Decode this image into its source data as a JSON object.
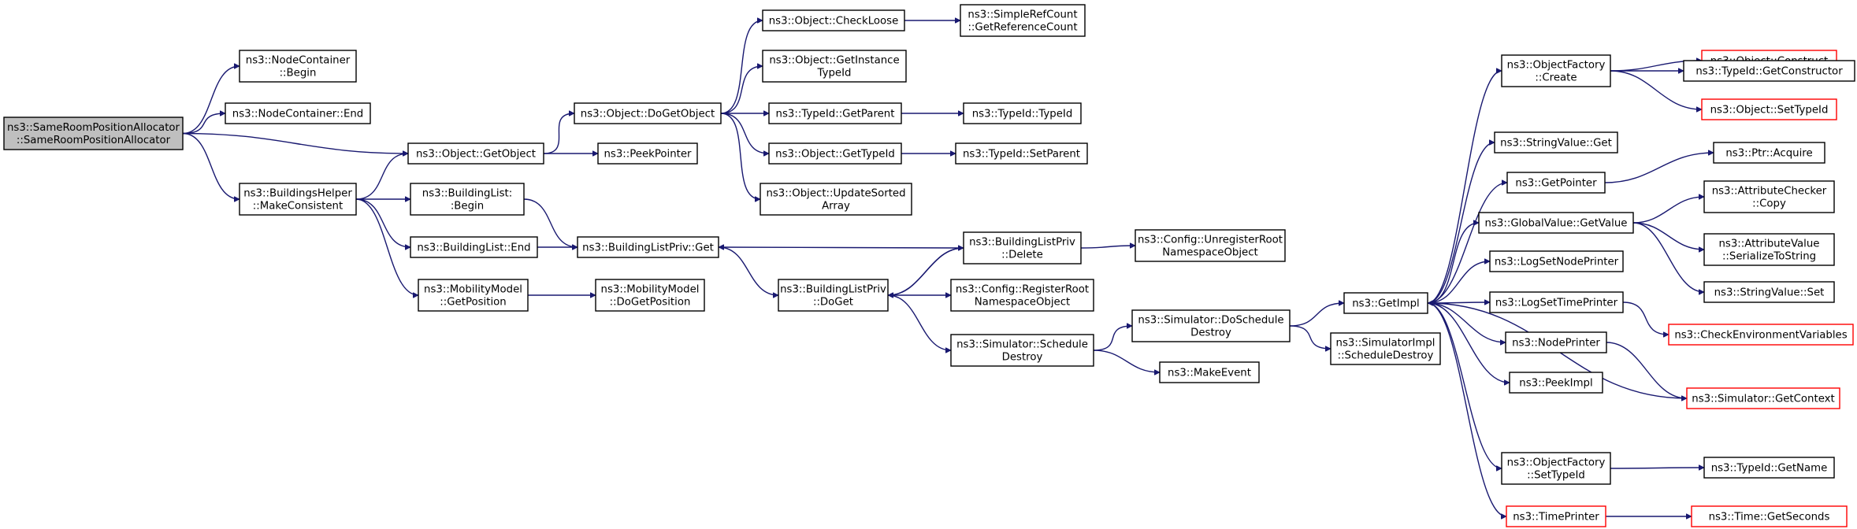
{
  "colors": {
    "edge": "#191970",
    "node_border": "#000000",
    "node_border_truncated": "#ff0000",
    "root_fill": "#bfbfbf",
    "node_fill": "#ffffff"
  },
  "nodes": [
    {
      "id": "root",
      "lines": [
        "ns3::SameRoomPositionAllocator",
        "::SameRoomPositionAllocator"
      ],
      "style": "root"
    },
    {
      "id": "nc_begin",
      "lines": [
        "ns3::NodeContainer",
        "::Begin"
      ],
      "style": "normal"
    },
    {
      "id": "nc_end",
      "lines": [
        "ns3::NodeContainer::End"
      ],
      "style": "normal"
    },
    {
      "id": "bh_mc",
      "lines": [
        "ns3::BuildingsHelper",
        "::MakeConsistent"
      ],
      "style": "normal"
    },
    {
      "id": "obj_getobject",
      "lines": [
        "ns3::Object::GetObject"
      ],
      "style": "normal"
    },
    {
      "id": "peekpointer",
      "lines": [
        "ns3::PeekPointer"
      ],
      "style": "normal"
    },
    {
      "id": "obj_dogetobject",
      "lines": [
        "ns3::Object::DoGetObject"
      ],
      "style": "normal"
    },
    {
      "id": "obj_checkloose",
      "lines": [
        "ns3::Object::CheckLoose"
      ],
      "style": "normal"
    },
    {
      "id": "srefcount",
      "lines": [
        "ns3::SimpleRefCount",
        "::GetReferenceCount"
      ],
      "style": "normal"
    },
    {
      "id": "obj_getinstancetypeid",
      "lines": [
        "ns3::Object::GetInstance",
        "TypeId"
      ],
      "style": "normal"
    },
    {
      "id": "typeid_getparent",
      "lines": [
        "ns3::TypeId::GetParent"
      ],
      "style": "normal"
    },
    {
      "id": "typeid_typeid",
      "lines": [
        "ns3::TypeId::TypeId"
      ],
      "style": "normal"
    },
    {
      "id": "obj_gettypeid",
      "lines": [
        "ns3::Object::GetTypeId"
      ],
      "style": "normal"
    },
    {
      "id": "typeid_setparent",
      "lines": [
        "ns3::TypeId::SetParent"
      ],
      "style": "normal"
    },
    {
      "id": "obj_updatesorted",
      "lines": [
        "ns3::Object::UpdateSorted",
        "Array"
      ],
      "style": "normal"
    },
    {
      "id": "bl_begin",
      "lines": [
        "ns3::BuildingList:",
        ":Begin"
      ],
      "style": "normal"
    },
    {
      "id": "bl_end",
      "lines": [
        "ns3::BuildingList::End"
      ],
      "style": "normal"
    },
    {
      "id": "blp_get",
      "lines": [
        "ns3::BuildingListPriv::Get"
      ],
      "style": "normal"
    },
    {
      "id": "mm_getpos",
      "lines": [
        "ns3::MobilityModel",
        "::GetPosition"
      ],
      "style": "normal"
    },
    {
      "id": "mm_dogetpos",
      "lines": [
        "ns3::MobilityModel",
        "::DoGetPosition"
      ],
      "style": "normal"
    },
    {
      "id": "blp_doget",
      "lines": [
        "ns3::BuildingListPriv",
        "::DoGet"
      ],
      "style": "normal"
    },
    {
      "id": "blp_delete",
      "lines": [
        "ns3::BuildingListPriv",
        "::Delete"
      ],
      "style": "normal"
    },
    {
      "id": "cfg_unreg",
      "lines": [
        "ns3::Config::UnregisterRoot",
        "NamespaceObject"
      ],
      "style": "normal"
    },
    {
      "id": "cfg_reg",
      "lines": [
        "ns3::Config::RegisterRoot",
        "NamespaceObject"
      ],
      "style": "normal"
    },
    {
      "id": "sim_scheddestroy",
      "lines": [
        "ns3::Simulator::Schedule",
        "Destroy"
      ],
      "style": "normal"
    },
    {
      "id": "makeevent",
      "lines": [
        "ns3::MakeEvent"
      ],
      "style": "normal"
    },
    {
      "id": "sim_doscheddestroy",
      "lines": [
        "ns3::Simulator::DoSchedule",
        "Destroy"
      ],
      "style": "normal"
    },
    {
      "id": "simimpl_scheddestroy",
      "lines": [
        "ns3::SimulatorImpl",
        "::ScheduleDestroy"
      ],
      "style": "normal"
    },
    {
      "id": "getimpl",
      "lines": [
        "ns3::GetImpl"
      ],
      "style": "normal"
    },
    {
      "id": "of_create",
      "lines": [
        "ns3::ObjectFactory",
        "::Create"
      ],
      "style": "normal"
    },
    {
      "id": "obj_construct",
      "lines": [
        "ns3::Object::Construct"
      ],
      "style": "truncated"
    },
    {
      "id": "typeid_getconstructor",
      "lines": [
        "ns3::TypeId::GetConstructor"
      ],
      "style": "normal"
    },
    {
      "id": "obj_settypeid",
      "lines": [
        "ns3::Object::SetTypeId"
      ],
      "style": "truncated"
    },
    {
      "id": "stringvalue_get",
      "lines": [
        "ns3::StringValue::Get"
      ],
      "style": "normal"
    },
    {
      "id": "getpointer",
      "lines": [
        "ns3::GetPointer"
      ],
      "style": "normal"
    },
    {
      "id": "ptr_acquire",
      "lines": [
        "ns3::Ptr::Acquire"
      ],
      "style": "normal"
    },
    {
      "id": "gv_getvalue",
      "lines": [
        "ns3::GlobalValue::GetValue"
      ],
      "style": "normal"
    },
    {
      "id": "attrchecker_copy",
      "lines": [
        "ns3::AttributeChecker",
        "::Copy"
      ],
      "style": "normal"
    },
    {
      "id": "attrvalue_serialize",
      "lines": [
        "ns3::AttributeValue",
        "::SerializeToString"
      ],
      "style": "normal"
    },
    {
      "id": "stringvalue_set",
      "lines": [
        "ns3::StringValue::Set"
      ],
      "style": "normal"
    },
    {
      "id": "logsetnodeprinter",
      "lines": [
        "ns3::LogSetNodePrinter"
      ],
      "style": "normal"
    },
    {
      "id": "logsettimeprinter",
      "lines": [
        "ns3::LogSetTimePrinter"
      ],
      "style": "normal"
    },
    {
      "id": "checkenv",
      "lines": [
        "ns3::CheckEnvironmentVariables"
      ],
      "style": "truncated"
    },
    {
      "id": "nodeprinter",
      "lines": [
        "ns3::NodePrinter"
      ],
      "style": "normal"
    },
    {
      "id": "sim_getcontext",
      "lines": [
        "ns3::Simulator::GetContext"
      ],
      "style": "truncated"
    },
    {
      "id": "peekimpl",
      "lines": [
        "ns3::PeekImpl"
      ],
      "style": "normal"
    },
    {
      "id": "of_settypeid",
      "lines": [
        "ns3::ObjectFactory",
        "::SetTypeId"
      ],
      "style": "normal"
    },
    {
      "id": "typeid_getname",
      "lines": [
        "ns3::TypeId::GetName"
      ],
      "style": "normal"
    },
    {
      "id": "timeprinter",
      "lines": [
        "ns3::TimePrinter"
      ],
      "style": "truncated"
    },
    {
      "id": "time_getseconds",
      "lines": [
        "ns3::Time::GetSeconds"
      ],
      "style": "truncated"
    }
  ],
  "edges": [
    [
      "root",
      "nc_begin"
    ],
    [
      "root",
      "nc_end"
    ],
    [
      "root",
      "obj_getobject"
    ],
    [
      "root",
      "bh_mc"
    ],
    [
      "bh_mc",
      "obj_getobject"
    ],
    [
      "bh_mc",
      "bl_begin"
    ],
    [
      "bh_mc",
      "bl_end"
    ],
    [
      "bh_mc",
      "mm_getpos"
    ],
    [
      "obj_getobject",
      "obj_dogetobject"
    ],
    [
      "obj_getobject",
      "peekpointer"
    ],
    [
      "obj_dogetobject",
      "obj_checkloose"
    ],
    [
      "obj_dogetobject",
      "obj_getinstancetypeid"
    ],
    [
      "obj_dogetobject",
      "typeid_getparent"
    ],
    [
      "obj_dogetobject",
      "obj_gettypeid"
    ],
    [
      "obj_dogetobject",
      "obj_updatesorted"
    ],
    [
      "obj_checkloose",
      "srefcount"
    ],
    [
      "typeid_getparent",
      "typeid_typeid"
    ],
    [
      "obj_gettypeid",
      "typeid_setparent"
    ],
    [
      "bl_begin",
      "blp_get"
    ],
    [
      "bl_end",
      "blp_get"
    ],
    [
      "mm_getpos",
      "mm_dogetpos"
    ],
    [
      "blp_get",
      "blp_doget"
    ],
    [
      "blp_doget",
      "blp_delete"
    ],
    [
      "blp_doget",
      "cfg_reg"
    ],
    [
      "blp_doget",
      "sim_scheddestroy"
    ],
    [
      "blp_delete",
      "blp_get"
    ],
    [
      "blp_delete",
      "blp_doget"
    ],
    [
      "blp_delete",
      "cfg_unreg"
    ],
    [
      "sim_scheddestroy",
      "sim_doscheddestroy"
    ],
    [
      "sim_scheddestroy",
      "makeevent"
    ],
    [
      "sim_doscheddestroy",
      "getimpl"
    ],
    [
      "sim_doscheddestroy",
      "simimpl_scheddestroy"
    ],
    [
      "getimpl",
      "of_create"
    ],
    [
      "getimpl",
      "stringvalue_get"
    ],
    [
      "getimpl",
      "getpointer"
    ],
    [
      "getimpl",
      "gv_getvalue"
    ],
    [
      "getimpl",
      "logsetnodeprinter"
    ],
    [
      "getimpl",
      "logsettimeprinter"
    ],
    [
      "getimpl",
      "nodeprinter"
    ],
    [
      "getimpl",
      "peekimpl"
    ],
    [
      "getimpl",
      "of_settypeid"
    ],
    [
      "getimpl",
      "timeprinter"
    ],
    [
      "of_create",
      "obj_construct"
    ],
    [
      "of_create",
      "typeid_getconstructor"
    ],
    [
      "of_create",
      "obj_settypeid"
    ],
    [
      "getpointer",
      "ptr_acquire"
    ],
    [
      "gv_getvalue",
      "attrchecker_copy"
    ],
    [
      "gv_getvalue",
      "attrvalue_serialize"
    ],
    [
      "gv_getvalue",
      "stringvalue_set"
    ],
    [
      "logsettimeprinter",
      "checkenv"
    ],
    [
      "nodeprinter",
      "sim_getcontext"
    ],
    [
      "sim_getcontext",
      "getimpl"
    ],
    [
      "of_settypeid",
      "typeid_getname"
    ],
    [
      "timeprinter",
      "time_getseconds"
    ]
  ]
}
